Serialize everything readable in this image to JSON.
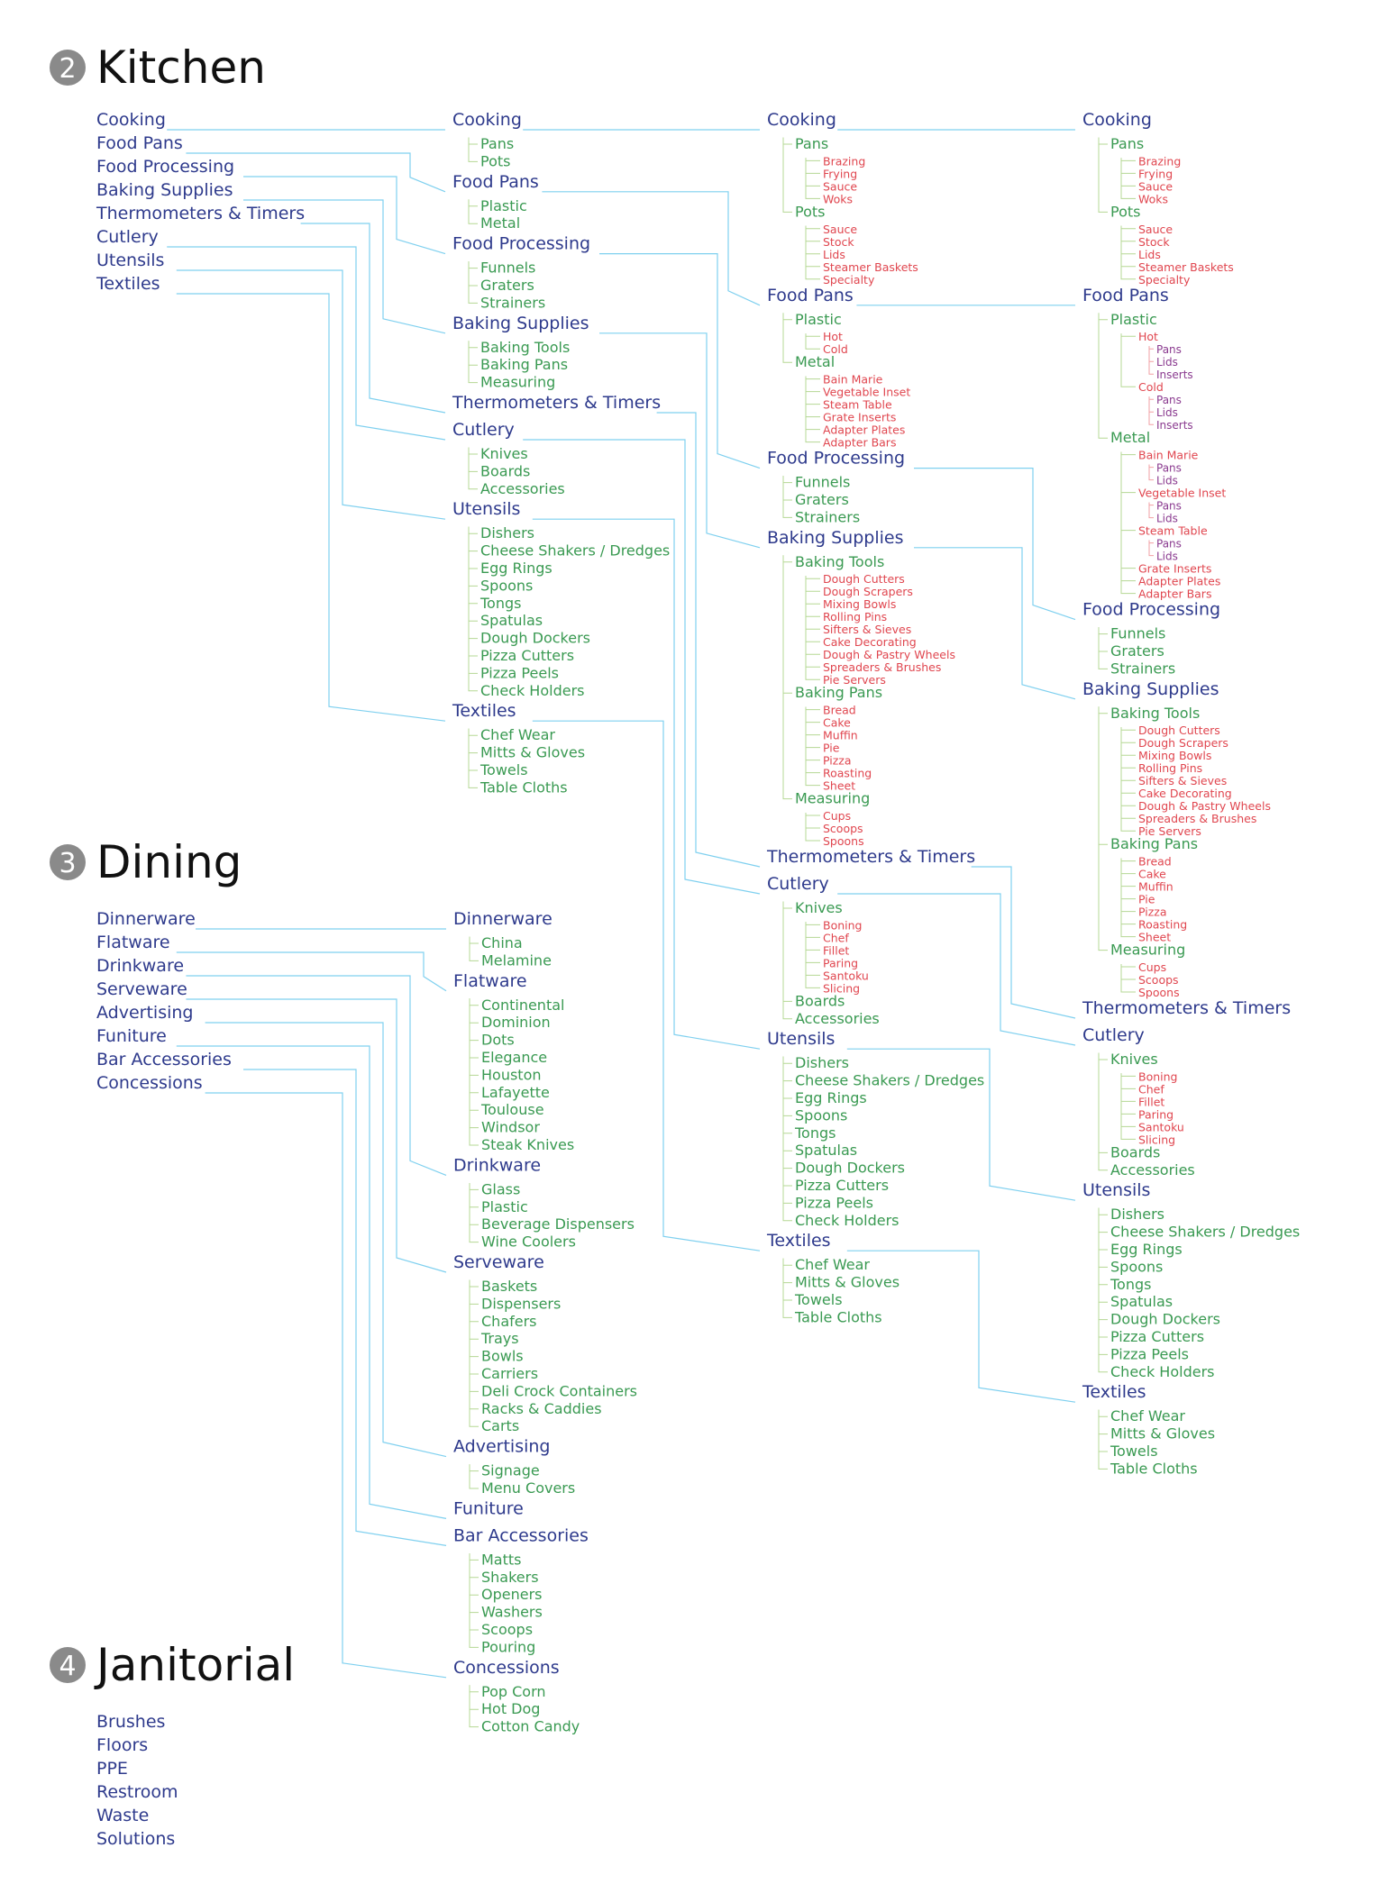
{
  "colors": {
    "level0": "#2e3a8c",
    "level1": "#3a9a52",
    "level2": "#e0464f",
    "level3": "#8a3a8f",
    "connector": "#7fd0ef",
    "child_connector": "#b5d894",
    "deep_connector": "#f2a0a4",
    "badge": "#8a8a8a"
  },
  "sections": [
    {
      "number": "2",
      "title": "Kitchen"
    },
    {
      "number": "3",
      "title": "Dining"
    },
    {
      "number": "4",
      "title": "Janitorial"
    }
  ],
  "kitchen": {
    "index": [
      "Cooking",
      "Food Pans",
      "Food Processing",
      "Baking Supplies",
      "Thermometers & Timers",
      "Cutlery",
      "Utensils",
      "Textiles"
    ],
    "col1": [
      {
        "name": "Cooking",
        "children": [
          {
            "name": "Pans"
          },
          {
            "name": "Pots"
          }
        ]
      },
      {
        "name": "Food Pans",
        "children": [
          {
            "name": "Plastic"
          },
          {
            "name": "Metal"
          }
        ]
      },
      {
        "name": "Food Processing",
        "children": [
          {
            "name": "Funnels"
          },
          {
            "name": "Graters"
          },
          {
            "name": "Strainers"
          }
        ]
      },
      {
        "name": "Baking Supplies",
        "children": [
          {
            "name": "Baking Tools"
          },
          {
            "name": "Baking Pans"
          },
          {
            "name": "Measuring"
          }
        ]
      },
      {
        "name": "Thermometers & Timers",
        "children": []
      },
      {
        "name": "Cutlery",
        "children": [
          {
            "name": "Knives"
          },
          {
            "name": "Boards"
          },
          {
            "name": "Accessories"
          }
        ]
      },
      {
        "name": "Utensils",
        "children": [
          {
            "name": "Dishers"
          },
          {
            "name": "Cheese Shakers / Dredges"
          },
          {
            "name": "Egg Rings"
          },
          {
            "name": "Spoons"
          },
          {
            "name": "Tongs"
          },
          {
            "name": "Spatulas"
          },
          {
            "name": "Dough Dockers"
          },
          {
            "name": "Pizza Cutters"
          },
          {
            "name": "Pizza Peels"
          },
          {
            "name": "Check Holders"
          }
        ]
      },
      {
        "name": "Textiles",
        "children": [
          {
            "name": "Chef Wear"
          },
          {
            "name": "Mitts & Gloves"
          },
          {
            "name": "Towels"
          },
          {
            "name": "Table Cloths"
          }
        ]
      }
    ],
    "col2": [
      {
        "name": "Cooking",
        "children": [
          {
            "name": "Pans",
            "children": [
              {
                "name": "Brazing"
              },
              {
                "name": "Frying"
              },
              {
                "name": "Sauce"
              },
              {
                "name": "Woks"
              }
            ]
          },
          {
            "name": "Pots",
            "children": [
              {
                "name": "Sauce"
              },
              {
                "name": "Stock"
              },
              {
                "name": "Lids"
              },
              {
                "name": "Steamer Baskets"
              },
              {
                "name": "Specialty"
              }
            ]
          }
        ]
      },
      {
        "name": "Food Pans",
        "children": [
          {
            "name": "Plastic",
            "children": [
              {
                "name": "Hot"
              },
              {
                "name": "Cold"
              }
            ]
          },
          {
            "name": "Metal",
            "children": [
              {
                "name": "Bain Marie"
              },
              {
                "name": "Vegetable Inset"
              },
              {
                "name": "Steam Table"
              },
              {
                "name": "Grate Inserts"
              },
              {
                "name": "Adapter Plates"
              },
              {
                "name": "Adapter Bars"
              }
            ]
          }
        ]
      },
      {
        "name": "Food Processing",
        "children": [
          {
            "name": "Funnels"
          },
          {
            "name": "Graters"
          },
          {
            "name": "Strainers"
          }
        ]
      },
      {
        "name": "Baking Supplies",
        "children": [
          {
            "name": "Baking Tools",
            "children": [
              {
                "name": "Dough Cutters"
              },
              {
                "name": "Dough Scrapers"
              },
              {
                "name": "Mixing Bowls"
              },
              {
                "name": "Rolling Pins"
              },
              {
                "name": "Sifters & Sieves"
              },
              {
                "name": "Cake Decorating"
              },
              {
                "name": "Dough & Pastry Wheels"
              },
              {
                "name": "Spreaders & Brushes"
              },
              {
                "name": "Pie Servers"
              }
            ]
          },
          {
            "name": "Baking Pans",
            "children": [
              {
                "name": "Bread"
              },
              {
                "name": "Cake"
              },
              {
                "name": "Muffin"
              },
              {
                "name": "Pie"
              },
              {
                "name": "Pizza"
              },
              {
                "name": "Roasting"
              },
              {
                "name": "Sheet"
              }
            ]
          },
          {
            "name": "Measuring",
            "children": [
              {
                "name": "Cups"
              },
              {
                "name": "Scoops"
              },
              {
                "name": "Spoons"
              }
            ]
          }
        ]
      },
      {
        "name": "Thermometers & Timers",
        "children": []
      },
      {
        "name": "Cutlery",
        "children": [
          {
            "name": "Knives",
            "children": [
              {
                "name": "Boning"
              },
              {
                "name": "Chef"
              },
              {
                "name": "Fillet"
              },
              {
                "name": "Paring"
              },
              {
                "name": "Santoku"
              },
              {
                "name": "Slicing"
              }
            ]
          },
          {
            "name": "Boards"
          },
          {
            "name": "Accessories"
          }
        ]
      },
      {
        "name": "Utensils",
        "children": [
          {
            "name": "Dishers"
          },
          {
            "name": "Cheese Shakers / Dredges"
          },
          {
            "name": "Egg Rings"
          },
          {
            "name": "Spoons"
          },
          {
            "name": "Tongs"
          },
          {
            "name": "Spatulas"
          },
          {
            "name": "Dough Dockers"
          },
          {
            "name": "Pizza Cutters"
          },
          {
            "name": "Pizza Peels"
          },
          {
            "name": "Check Holders"
          }
        ]
      },
      {
        "name": "Textiles",
        "children": [
          {
            "name": "Chef Wear"
          },
          {
            "name": "Mitts & Gloves"
          },
          {
            "name": "Towels"
          },
          {
            "name": "Table Cloths"
          }
        ]
      }
    ],
    "col3": [
      {
        "name": "Cooking",
        "children": [
          {
            "name": "Pans",
            "children": [
              {
                "name": "Brazing"
              },
              {
                "name": "Frying"
              },
              {
                "name": "Sauce"
              },
              {
                "name": "Woks"
              }
            ]
          },
          {
            "name": "Pots",
            "children": [
              {
                "name": "Sauce"
              },
              {
                "name": "Stock"
              },
              {
                "name": "Lids"
              },
              {
                "name": "Steamer Baskets"
              },
              {
                "name": "Specialty"
              }
            ]
          }
        ]
      },
      {
        "name": "Food Pans",
        "children": [
          {
            "name": "Plastic",
            "children": [
              {
                "name": "Hot",
                "children": [
                  {
                    "name": "Pans"
                  },
                  {
                    "name": "Lids"
                  },
                  {
                    "name": "Inserts"
                  }
                ]
              },
              {
                "name": "Cold",
                "children": [
                  {
                    "name": "Pans"
                  },
                  {
                    "name": "Lids"
                  },
                  {
                    "name": "Inserts"
                  }
                ]
              }
            ]
          },
          {
            "name": "Metal",
            "children": [
              {
                "name": "Bain Marie",
                "children": [
                  {
                    "name": "Pans"
                  },
                  {
                    "name": "Lids"
                  }
                ]
              },
              {
                "name": "Vegetable Inset",
                "children": [
                  {
                    "name": "Pans"
                  },
                  {
                    "name": "Lids"
                  }
                ]
              },
              {
                "name": "Steam Table",
                "children": [
                  {
                    "name": "Pans"
                  },
                  {
                    "name": "Lids"
                  }
                ]
              },
              {
                "name": "Grate Inserts"
              },
              {
                "name": "Adapter Plates"
              },
              {
                "name": "Adapter Bars"
              }
            ]
          }
        ]
      },
      {
        "name": "Food Processing",
        "children": [
          {
            "name": "Funnels"
          },
          {
            "name": "Graters"
          },
          {
            "name": "Strainers"
          }
        ]
      },
      {
        "name": "Baking Supplies",
        "children": [
          {
            "name": "Baking Tools",
            "children": [
              {
                "name": "Dough Cutters"
              },
              {
                "name": "Dough Scrapers"
              },
              {
                "name": "Mixing Bowls"
              },
              {
                "name": "Rolling Pins"
              },
              {
                "name": "Sifters & Sieves"
              },
              {
                "name": "Cake Decorating"
              },
              {
                "name": "Dough & Pastry Wheels"
              },
              {
                "name": "Spreaders & Brushes"
              },
              {
                "name": "Pie Servers"
              }
            ]
          },
          {
            "name": "Baking Pans",
            "children": [
              {
                "name": "Bread"
              },
              {
                "name": "Cake"
              },
              {
                "name": "Muffin"
              },
              {
                "name": "Pie"
              },
              {
                "name": "Pizza"
              },
              {
                "name": "Roasting"
              },
              {
                "name": "Sheet"
              }
            ]
          },
          {
            "name": "Measuring",
            "children": [
              {
                "name": "Cups"
              },
              {
                "name": "Scoops"
              },
              {
                "name": "Spoons"
              }
            ]
          }
        ]
      },
      {
        "name": "Thermometers & Timers",
        "children": []
      },
      {
        "name": "Cutlery",
        "children": [
          {
            "name": "Knives",
            "children": [
              {
                "name": "Boning"
              },
              {
                "name": "Chef"
              },
              {
                "name": "Fillet"
              },
              {
                "name": "Paring"
              },
              {
                "name": "Santoku"
              },
              {
                "name": "Slicing"
              }
            ]
          },
          {
            "name": "Boards"
          },
          {
            "name": "Accessories"
          }
        ]
      },
      {
        "name": "Utensils",
        "children": [
          {
            "name": "Dishers"
          },
          {
            "name": "Cheese Shakers / Dredges"
          },
          {
            "name": "Egg Rings"
          },
          {
            "name": "Spoons"
          },
          {
            "name": "Tongs"
          },
          {
            "name": "Spatulas"
          },
          {
            "name": "Dough Dockers"
          },
          {
            "name": "Pizza Cutters"
          },
          {
            "name": "Pizza Peels"
          },
          {
            "name": "Check Holders"
          }
        ]
      },
      {
        "name": "Textiles",
        "children": [
          {
            "name": "Chef Wear"
          },
          {
            "name": "Mitts & Gloves"
          },
          {
            "name": "Towels"
          },
          {
            "name": "Table Cloths"
          }
        ]
      }
    ]
  },
  "dining": {
    "index": [
      "Dinnerware",
      "Flatware",
      "Drinkware",
      "Serveware",
      "Advertising",
      "Funiture",
      "Bar Accessories",
      "Concessions"
    ],
    "col1": [
      {
        "name": "Dinnerware",
        "children": [
          {
            "name": "China"
          },
          {
            "name": "Melamine"
          }
        ]
      },
      {
        "name": "Flatware",
        "children": [
          {
            "name": "Continental"
          },
          {
            "name": "Dominion"
          },
          {
            "name": "Dots"
          },
          {
            "name": "Elegance"
          },
          {
            "name": "Houston"
          },
          {
            "name": "Lafayette"
          },
          {
            "name": "Toulouse"
          },
          {
            "name": "Windsor"
          },
          {
            "name": "Steak Knives"
          }
        ]
      },
      {
        "name": "Drinkware",
        "children": [
          {
            "name": "Glass"
          },
          {
            "name": "Plastic"
          },
          {
            "name": "Beverage Dispensers"
          },
          {
            "name": "Wine Coolers"
          }
        ]
      },
      {
        "name": "Serveware",
        "children": [
          {
            "name": "Baskets"
          },
          {
            "name": "Dispensers"
          },
          {
            "name": "Chafers"
          },
          {
            "name": "Trays"
          },
          {
            "name": "Bowls"
          },
          {
            "name": "Carriers"
          },
          {
            "name": "Deli Crock Containers"
          },
          {
            "name": "Racks & Caddies"
          },
          {
            "name": "Carts"
          }
        ]
      },
      {
        "name": "Advertising",
        "children": [
          {
            "name": "Signage"
          },
          {
            "name": "Menu Covers"
          }
        ]
      },
      {
        "name": "Funiture",
        "children": []
      },
      {
        "name": "Bar Accessories",
        "children": [
          {
            "name": "Matts"
          },
          {
            "name": "Shakers"
          },
          {
            "name": "Openers"
          },
          {
            "name": "Washers"
          },
          {
            "name": "Scoops"
          },
          {
            "name": "Pouring"
          }
        ]
      },
      {
        "name": "Concessions",
        "children": [
          {
            "name": "Pop Corn"
          },
          {
            "name": "Hot Dog"
          },
          {
            "name": "Cotton Candy"
          }
        ]
      }
    ]
  },
  "janitorial": {
    "index": [
      "Brushes",
      "Floors",
      "PPE",
      "Restroom",
      "Waste",
      "Solutions"
    ]
  }
}
